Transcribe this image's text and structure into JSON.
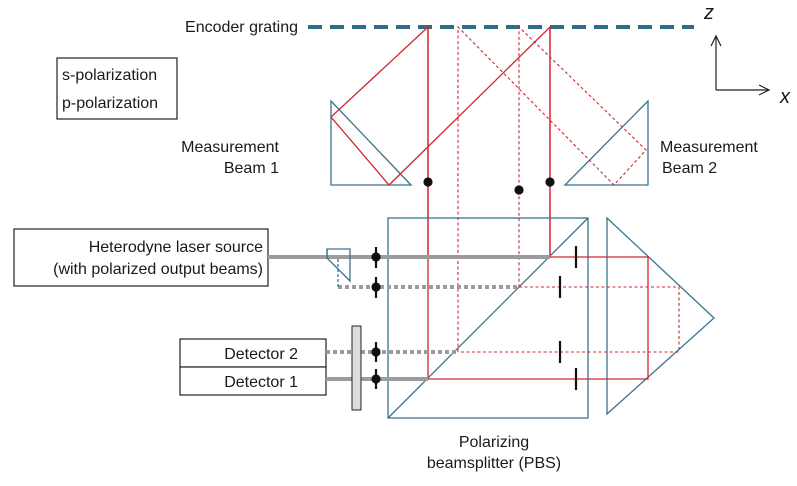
{
  "labels": {
    "encoder_grating": "Encoder grating",
    "axis_z": "z",
    "axis_x": "x",
    "legend_s": "s-polarization",
    "legend_p": "p-polarization",
    "beam1_line1": "Measurement",
    "beam1_line2": "Beam 1",
    "beam2_line1": "Measurement",
    "beam2_line2": "Beam 2",
    "laser_line1": "Heterodyne laser source",
    "laser_line2": "(with polarized output beams)",
    "detector2": "Detector 2",
    "detector1": "Detector 1",
    "pbs_line1": "Polarizing",
    "pbs_line2": "beamsplitter (PBS)"
  },
  "colors": {
    "optics_outline": "#3b7391",
    "beam": "#d0272e",
    "input_beam": "#9c9c9c",
    "grating": "#2f6b8a"
  }
}
